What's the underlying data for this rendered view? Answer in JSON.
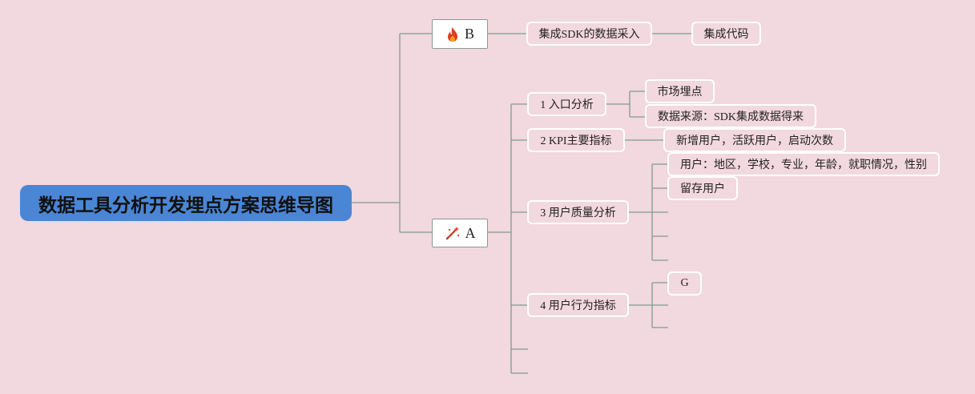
{
  "root": "数据工具分析开发埋点方案思维导图",
  "branch_b": {
    "label": "B",
    "icon": "fire-icon",
    "child": "集成SDK的数据采入",
    "grandchild": "集成代码"
  },
  "branch_a": {
    "label": "A",
    "icon": "magic-wand-icon",
    "topics": [
      {
        "label": "1 入口分析",
        "children": [
          "市场埋点",
          "数据来源：SDK集成数据得来"
        ]
      },
      {
        "label": "2 KPI主要指标",
        "children": [
          "新增用户，活跃用户，启动次数"
        ]
      },
      {
        "label": "3 用户质量分析",
        "children": [
          "用户：地区，学校，专业，年龄，就职情况，性别",
          "留存用户"
        ]
      },
      {
        "label": "4 用户行为指标",
        "children": [
          "G"
        ]
      }
    ]
  },
  "colors": {
    "background": "#f2d8df",
    "root": "#4a86d4",
    "line": "#7f9c93",
    "leaf_border": "#ffffff"
  }
}
